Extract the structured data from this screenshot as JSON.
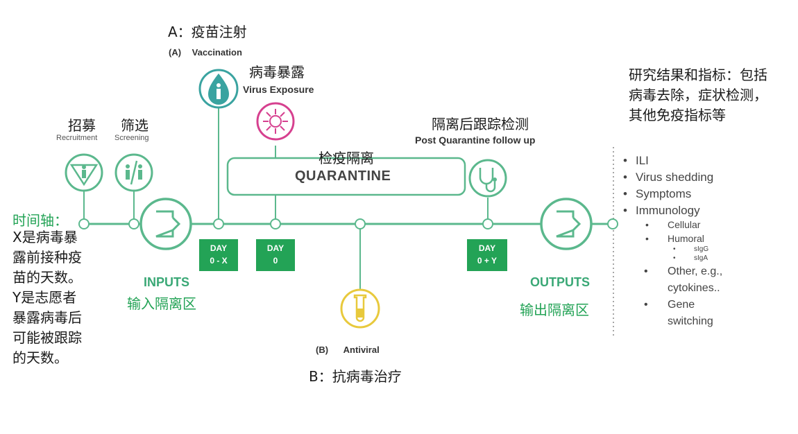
{
  "vaccination": {
    "cn": "A：疫苗注射",
    "tag": "(A)",
    "en": "Vaccination"
  },
  "exposure": {
    "cn": "病毒暴露",
    "en": "Virus Exposure"
  },
  "recruitment": {
    "cn": "招募",
    "en": "Recruitment"
  },
  "screening": {
    "cn": "筛选",
    "en": "Screening"
  },
  "quarantine": {
    "cn": "检疫隔离",
    "en": "QUARANTINE"
  },
  "post_quarantine": {
    "cn": "隔离后跟踪检测",
    "en": "Post Quarantine follow up"
  },
  "results": {
    "cn": "研究结果和指标：包括病毒去除，症状检测，其他免疫指标等"
  },
  "timeline": {
    "title": "时间轴：",
    "desc": "X是病毒暴露前接种疫苗的天数。Y是志愿者暴露病毒后可能被跟踪的天数。"
  },
  "inputs": {
    "en": "INPUTS",
    "cn": "输入隔离区"
  },
  "outputs": {
    "en": "OUTPUTS",
    "cn": "输出隔离区"
  },
  "days": [
    {
      "line1": "DAY",
      "line2": "0 - X"
    },
    {
      "line1": "DAY",
      "line2": "0"
    },
    {
      "line1": "DAY",
      "line2": "0 + Y"
    }
  ],
  "antiviral": {
    "tag": "(B)",
    "en": "Antiviral",
    "cn": "B：抗病毒治疗"
  },
  "outcomes": {
    "l1": [
      "ILI",
      "Virus shedding",
      "Symptoms",
      "Immunology"
    ],
    "l2": [
      "Cellular",
      "Humoral"
    ],
    "l3": [
      "sIgG",
      "sIgA"
    ],
    "l1b": [
      "Other, e.g.,",
      "cytokines..",
      "Gene",
      "switching"
    ]
  },
  "colors": {
    "green": "#23a356",
    "teal": "#3aa876",
    "pink": "#d6408f",
    "yellow": "#e8c93c"
  }
}
